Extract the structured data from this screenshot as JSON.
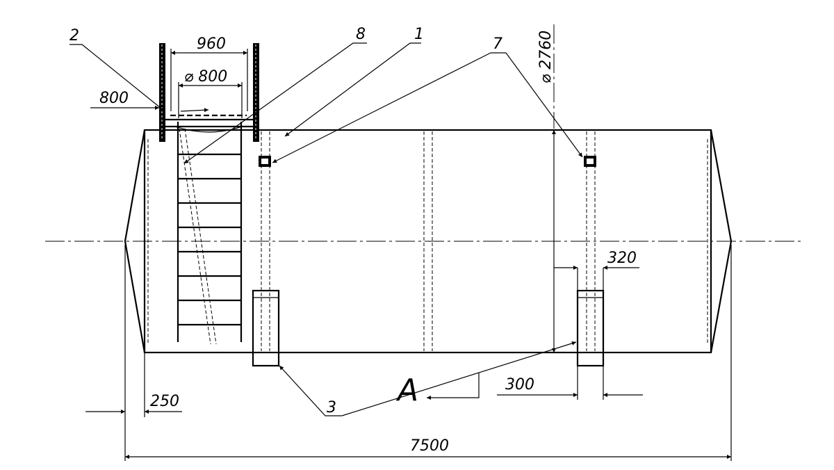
{
  "dimensions": {
    "hatch_width": "960",
    "hatch_diameter": "⌀ 800",
    "ladder_offset": "800",
    "tank_diameter": "⌀ 2760",
    "saddle_width": "320",
    "saddle_offset": "300",
    "head_depth": "250",
    "total_length": "7500"
  },
  "callouts": {
    "ladder": "2",
    "handrail": "8",
    "shell": "1",
    "lifting_lug": "7",
    "saddle_support": "3"
  },
  "view_marker": "A"
}
